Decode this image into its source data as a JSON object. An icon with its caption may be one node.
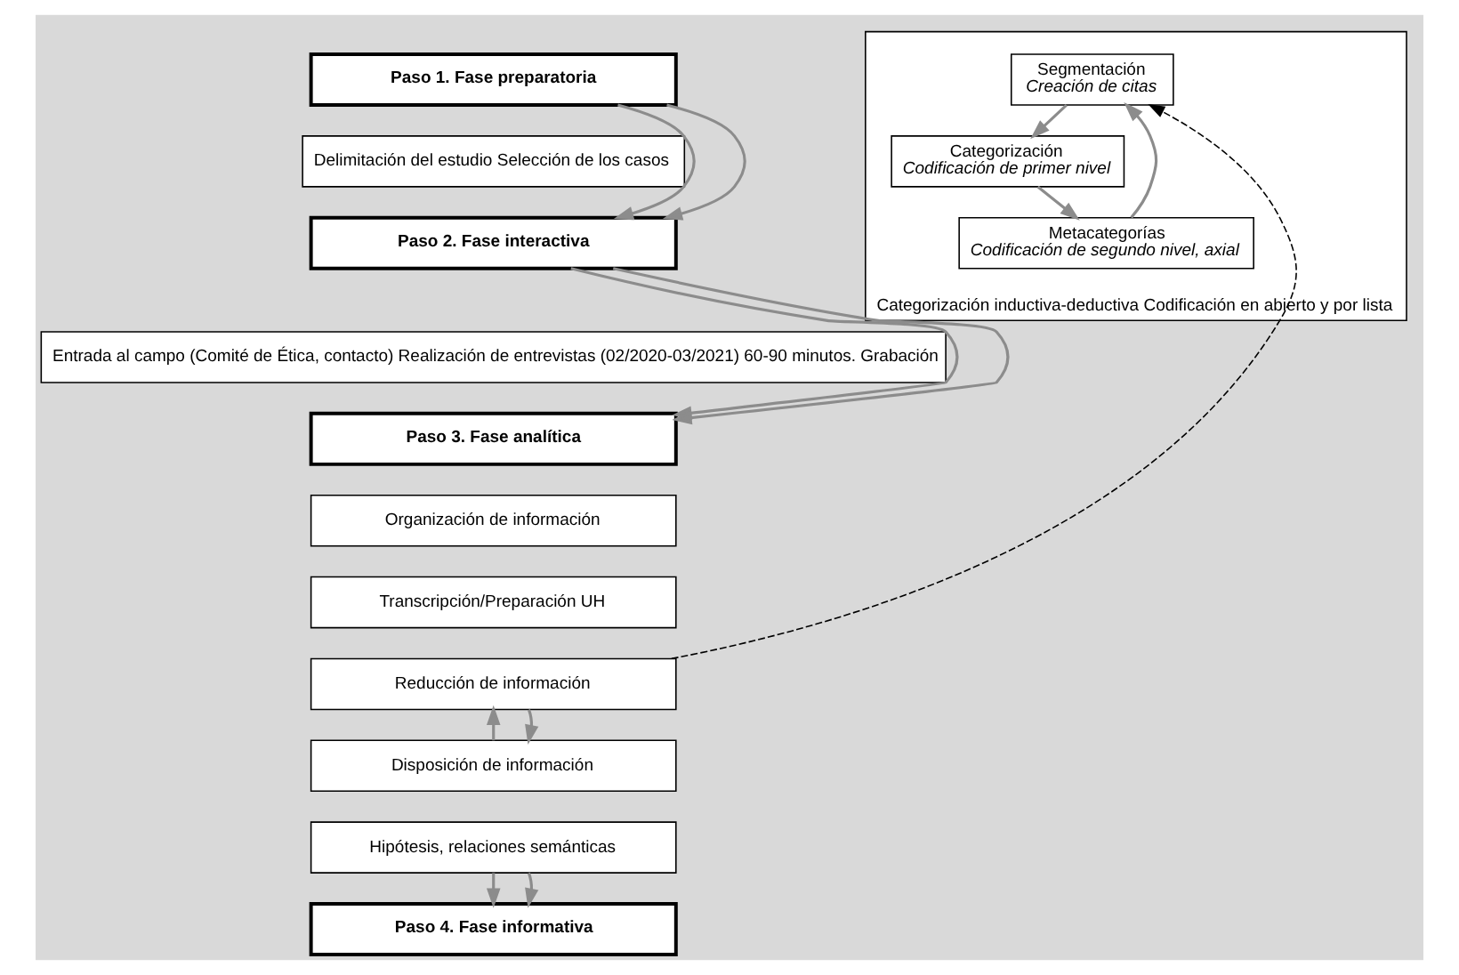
{
  "diagram": {
    "nodes": [
      {
        "text": [
          "Paso 1. Fase preparatoria"
        ]
      },
      {
        "text": [
          "Delimitación del estudio Selección de los casos"
        ]
      },
      {
        "text": [
          "Paso 2. Fase interactiva"
        ]
      },
      {
        "text": [
          "Entrada al campo (Comité de Ética, contacto) Realización de entrevistas (02/2020-03/2021) 60-90 minutos. Grabación"
        ]
      },
      {
        "text": [
          "Paso 3. Fase analítica"
        ]
      },
      {
        "text": [
          "Organización de información"
        ]
      },
      {
        "text": [
          "Transcripción/Preparación UH"
        ]
      },
      {
        "text": [
          "Reducción de información"
        ]
      },
      {
        "text": [
          "Disposición de información"
        ]
      },
      {
        "text": [
          "Hipótesis, relaciones semánticas"
        ]
      },
      {
        "text": [
          "Paso 4. Fase informativa"
        ]
      },
      {
        "text": [
          "Categorización inductiva-deductiva Codificación en abierto y por lista"
        ]
      },
      {
        "text": [
          "Segmentación",
          "Creación de citas"
        ],
        "in": 11
      },
      {
        "text": [
          "Categorización",
          "Codificación de primer nivel"
        ],
        "in": 11
      },
      {
        "text": [
          "Metacategorías",
          "Codificación de segundo nivel, axial"
        ],
        "in": 11
      }
    ],
    "edges": [
      {
        "from": 0,
        "to": 2,
        "arrow": "to"
      },
      {
        "from": 0,
        "to": 2,
        "arrow": "to"
      },
      {
        "from": 2,
        "to": 4,
        "arrow": "to"
      },
      {
        "from": 2,
        "to": 4,
        "arrow": "to"
      },
      {
        "from": 8,
        "to": 7,
        "arrow": "to"
      },
      {
        "from": 7,
        "to": 8,
        "arrow": "to"
      },
      {
        "from": 9,
        "to": 10,
        "arrow": "to"
      },
      {
        "from": 9,
        "to": 10,
        "arrow": "to"
      },
      {
        "from": 7,
        "to": 12,
        "arrow": "to",
        "style": "dashed",
        "color": "#000000"
      },
      {
        "from": 12,
        "to": 13,
        "arrow": "to"
      },
      {
        "from": 13,
        "to": 14,
        "arrow": "to"
      },
      {
        "from": 14,
        "to": 12,
        "arrow": "to"
      }
    ]
  }
}
